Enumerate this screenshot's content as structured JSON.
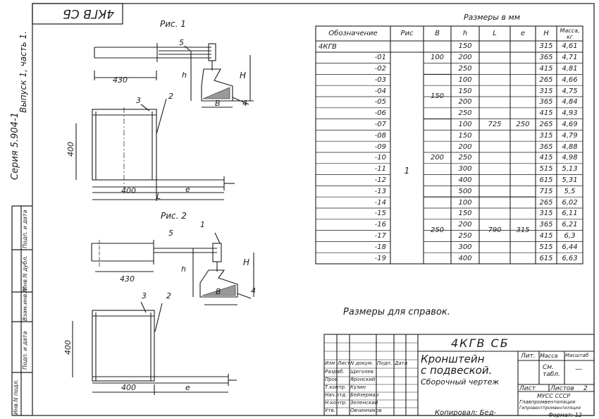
{
  "code_stamp": "4КГВ СБ",
  "series_label": "Серия 5.904-1",
  "issue_label": "Выпуск 1, часть 1.",
  "side_stamp_labels": [
    "Инв.N подл.",
    "Подп. и дата",
    "Взам.инв.N",
    "Инв.N дубл.",
    "Подп. и дата"
  ],
  "fig1": {
    "title": "Рис. 1",
    "dims": {
      "len430": "430",
      "h": "h",
      "H": "H",
      "B": "B",
      "d400v": "400",
      "d400h": "400",
      "e": "e",
      "L": "L"
    },
    "callouts": {
      "c5": "5",
      "c3": "3",
      "c2": "2",
      "c4": "4"
    }
  },
  "fig2": {
    "title": "Рис. 2",
    "dims": {
      "len430": "430",
      "h": "h",
      "H": "H",
      "B": "B",
      "d400v": "400",
      "d400h": "400",
      "e": "e"
    },
    "callouts": {
      "c1": "1",
      "c5": "5",
      "c3": "3",
      "c2": "2",
      "c4": "4"
    }
  },
  "table": {
    "caption": "Размеры в мм",
    "headers": {
      "designation": "Обозначение",
      "fig": "Рис",
      "B": "B",
      "h": "h",
      "L": "L",
      "e": "e",
      "H": "H",
      "mass": "Масса, кг"
    },
    "first_designation": "4КГВ",
    "designations": [
      "-01",
      "-02",
      "-03",
      "-04",
      "-05",
      "-06",
      "-07",
      "-08",
      "-09",
      "-10",
      "-11",
      "-12",
      "-13",
      "-14",
      "-15",
      "-16",
      "-17",
      "-18",
      "-19"
    ],
    "fig_value": "1",
    "B_groups": [
      "100",
      "150",
      "200",
      "250"
    ],
    "h_values": [
      "150",
      "200",
      "250",
      "100",
      "150",
      "200",
      "250",
      "100",
      "150",
      "200",
      "250",
      "300",
      "400",
      "500",
      "100",
      "150",
      "200",
      "250",
      "300",
      "400"
    ],
    "L_groups": [
      "725",
      "790"
    ],
    "e_groups": [
      "250",
      "315"
    ],
    "H_values": [
      "315",
      "365",
      "415",
      "265",
      "315",
      "365",
      "415",
      "265",
      "315",
      "365",
      "415",
      "515",
      "615",
      "715",
      "265",
      "315",
      "365",
      "415",
      "515",
      "615"
    ],
    "mass_values": [
      "4,61",
      "4,71",
      "4,81",
      "4,66",
      "4,75",
      "4,84",
      "4,93",
      "4,69",
      "4,79",
      "4,88",
      "4,98",
      "5,13",
      "5,31",
      "5,5",
      "6,02",
      "6,11",
      "6,21",
      "6,3",
      "6,44",
      "6,63"
    ]
  },
  "reference_note": "Размеры для справок.",
  "title_block": {
    "code": "4КГВ СБ",
    "product_line1": "Кронштейн",
    "product_line2": "с подвеской.",
    "doc_type": "Сборочный чертеж",
    "col_headers": [
      "Изм",
      "Лист",
      "N докум.",
      "Подп.",
      "Дата"
    ],
    "roles": [
      "Разраб.",
      "Пров.",
      "Т.контр.",
      "Нач.отд.",
      "Н.контр.",
      "Утв."
    ],
    "names": [
      "Щеголев",
      "Яронский",
      "Кузин",
      "Бейзерман",
      "Зеленский",
      "Овчинников"
    ],
    "lit_label": "Лит.",
    "mass_label": "Масса",
    "scale_label": "Масштаб",
    "mass_value": "См. табл.",
    "scale_value": "—",
    "sheet_label": "Лист",
    "sheets_label": "Листов",
    "sheets_value": "2",
    "org_line1": "МУСС СССР",
    "org_line2": "Главпромвентиляция",
    "org_line3": "Гипровентпромвентиляция",
    "copied": "Копировал: Бед-",
    "format": "Формат: 12"
  }
}
